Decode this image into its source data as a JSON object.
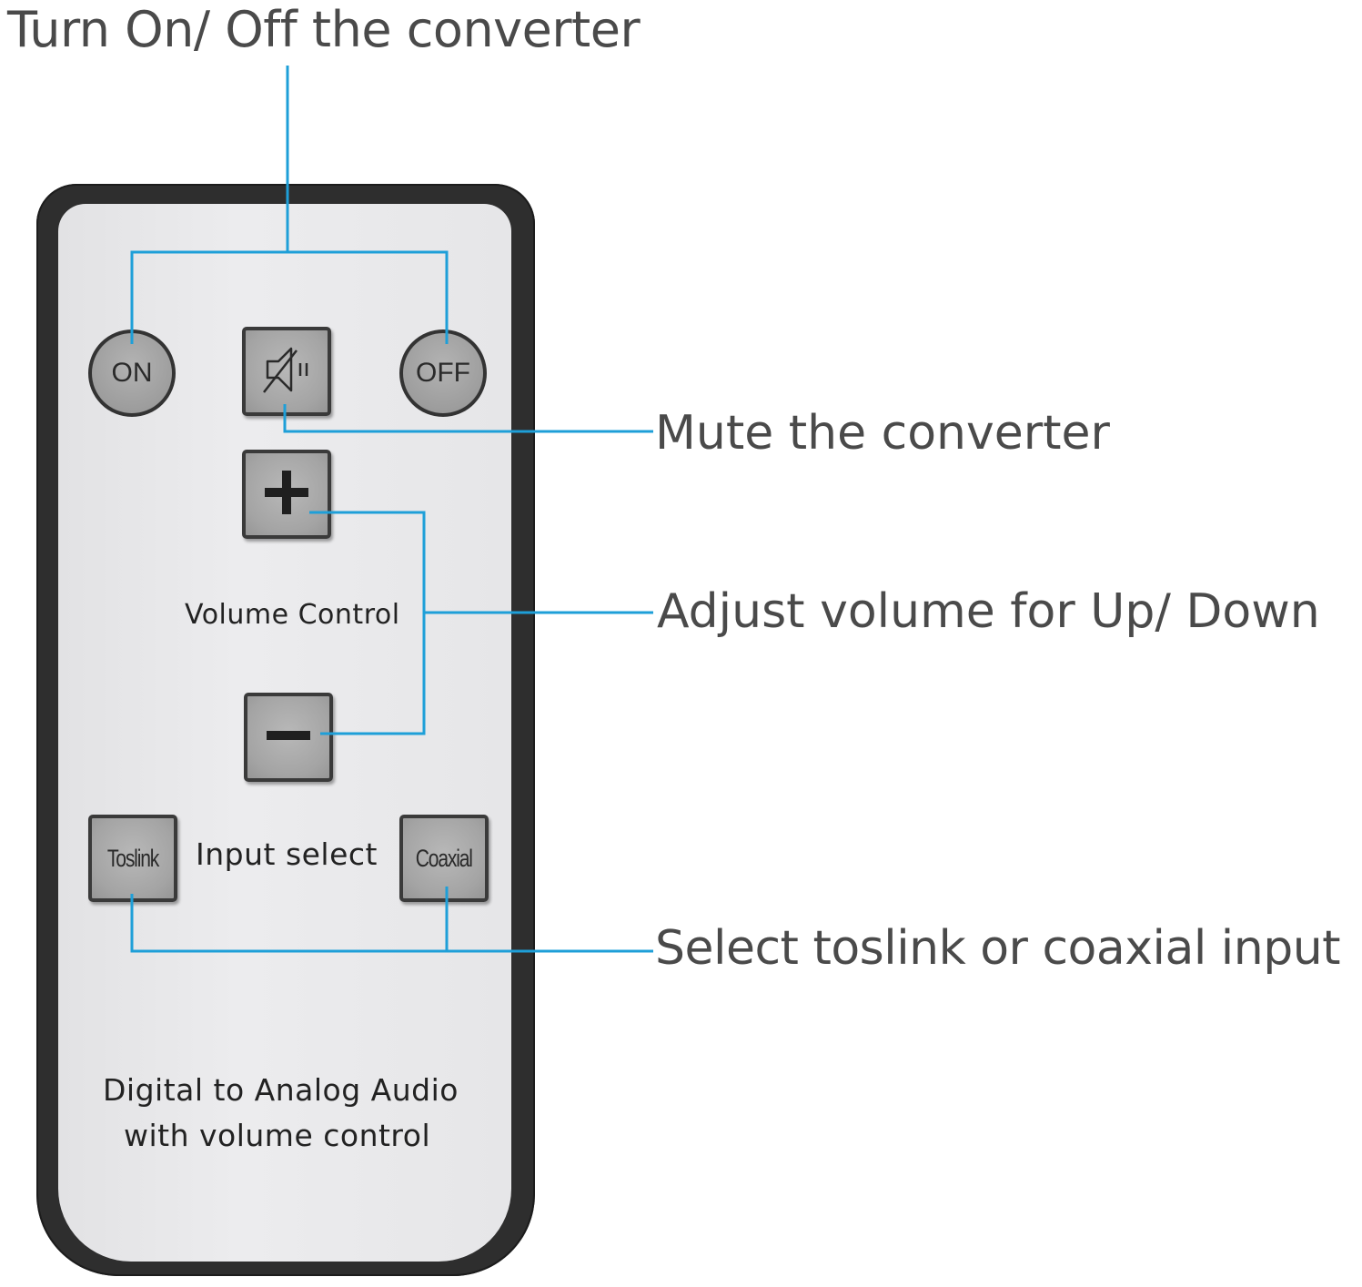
{
  "callouts": {
    "power": "Turn On/ Off the converter",
    "mute": "Mute the converter",
    "volume": "Adjust volume for Up/ Down",
    "input": "Select toslink or coaxial input"
  },
  "remote": {
    "buttons": {
      "on": "ON",
      "off": "OFF",
      "toslink": "Toslink",
      "coaxial": "Coaxial"
    },
    "labels": {
      "volume_control": "Volume Control",
      "input_select": "Input select",
      "product_line1": "Digital to Analog Audio",
      "product_line2": "with volume control"
    }
  },
  "icons": {
    "mute": "mute-speaker-icon",
    "plus": "plus-icon",
    "minus": "minus-icon"
  },
  "colors": {
    "leader_line": "#1e9fd8",
    "callout_text": "#4a4a4a",
    "remote_body": "#2e2e2e",
    "remote_face": "#e8e8ea",
    "button_fill": "#a8a8a8"
  }
}
